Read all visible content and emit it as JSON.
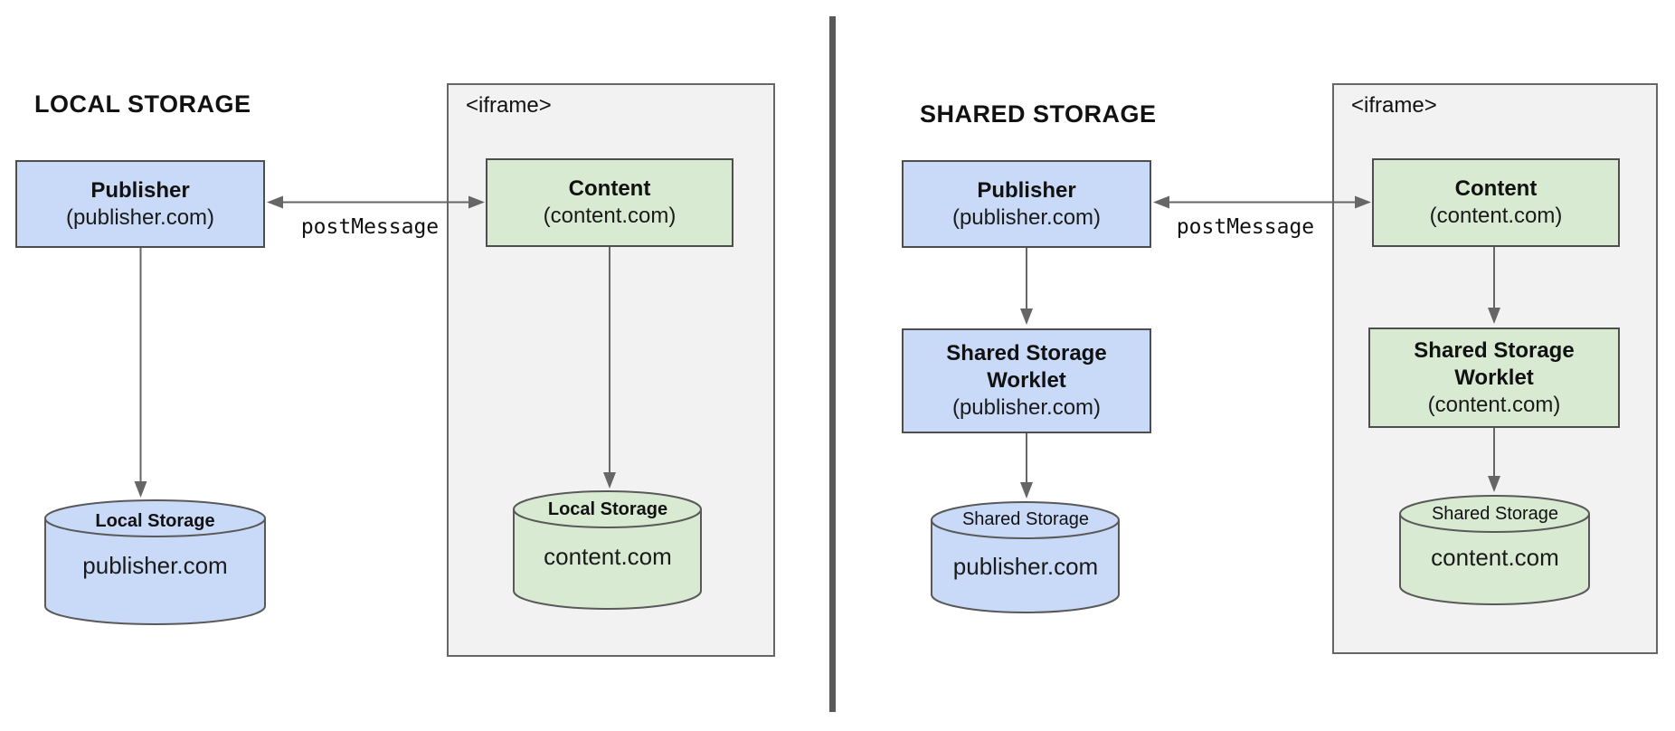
{
  "left": {
    "title": "LOCAL STORAGE",
    "publisher": {
      "name": "Publisher",
      "domain": "(publisher.com)"
    },
    "iframe_label": "<iframe>",
    "content": {
      "name": "Content",
      "domain": "(content.com)"
    },
    "post_message": "postMessage",
    "publisher_storage": {
      "label": "Local Storage",
      "domain": "publisher.com"
    },
    "content_storage": {
      "label": "Local Storage",
      "domain": "content.com"
    }
  },
  "right": {
    "title": "SHARED STORAGE",
    "publisher": {
      "name": "Publisher",
      "domain": "(publisher.com)"
    },
    "iframe_label": "<iframe>",
    "content": {
      "name": "Content",
      "domain": "(content.com)"
    },
    "post_message": "postMessage",
    "publisher_worklet": {
      "name": "Shared Storage Worklet",
      "domain": "(publisher.com)"
    },
    "content_worklet": {
      "name": "Shared Storage Worklet",
      "domain": "(content.com)"
    },
    "publisher_storage": {
      "label": "Shared Storage",
      "domain": "publisher.com"
    },
    "content_storage": {
      "label": "Shared Storage",
      "domain": "content.com"
    }
  },
  "colors": {
    "publisher_blue": "#c9daf8",
    "content_green": "#d9ead3",
    "iframe_background": "#f2f2f2",
    "box_border": "#4e4e4e",
    "arrow_gray": "#666666",
    "divider_gray": "#595959"
  }
}
